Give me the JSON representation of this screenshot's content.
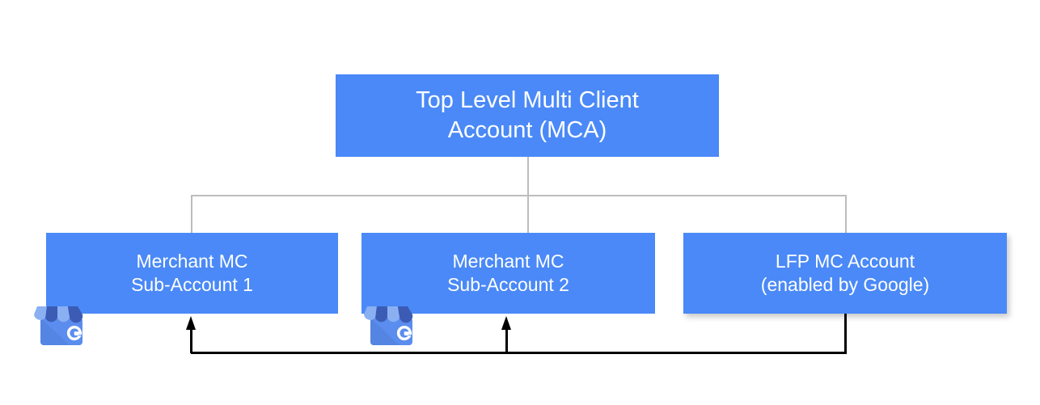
{
  "diagram": {
    "title": "Google Merchant Center account hierarchy",
    "background_color": "#ffffff",
    "box_color": "#4a89f7",
    "box_text_color": "#ffffff",
    "connector_color": "#bdbdbd",
    "flow_color": "#000000",
    "nodes": {
      "top": {
        "label": "Top Level Multi Client\nAccount (MCA)",
        "line1": "Top Level Multi Client",
        "line2": "Account (MCA)"
      },
      "sub1": {
        "label": "Merchant MC\nSub-Account 1",
        "line1": "Merchant MC",
        "line2": "Sub-Account 1"
      },
      "sub2": {
        "label": "Merchant MC\nSub-Account 2",
        "line1": "Merchant MC",
        "line2": "Sub-Account 2"
      },
      "lfp": {
        "label": "LFP MC Account\n(enabled by Google)",
        "line1": "LFP MC Account",
        "line2": "(enabled by Google)"
      }
    },
    "icons": {
      "gmb_1": "google-my-business-icon",
      "gmb_2": "google-my-business-icon",
      "arrow_1": "arrow-up-icon",
      "arrow_2": "arrow-up-icon"
    }
  }
}
